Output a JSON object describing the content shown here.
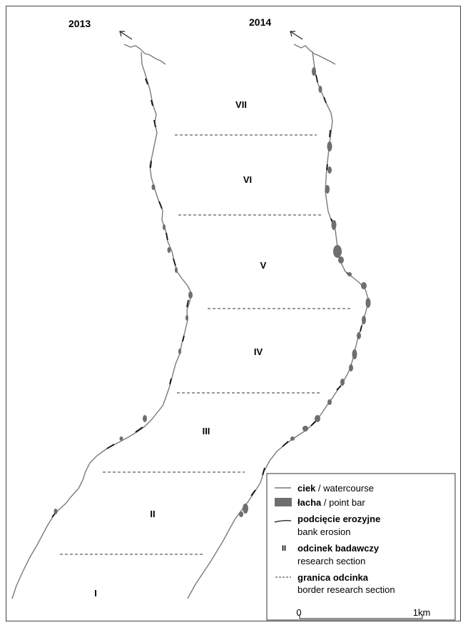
{
  "years": {
    "left": "2013",
    "right": "2014"
  },
  "sections": [
    {
      "id": "VII",
      "label": "VII"
    },
    {
      "id": "VI",
      "label": "VI"
    },
    {
      "id": "V",
      "label": "V"
    },
    {
      "id": "IV",
      "label": "IV"
    },
    {
      "id": "III",
      "label": "III"
    },
    {
      "id": "II",
      "label": "II"
    },
    {
      "id": "I",
      "label": "I"
    }
  ],
  "legend": {
    "watercourse": {
      "bold": "ciek",
      "rest": " / watercourse"
    },
    "point_bar": {
      "bold": "łacha",
      "rest": " / point bar"
    },
    "bank_erosion": {
      "bold": "podcięcie erozyjne",
      "sub": "bank erosion"
    },
    "research_section": {
      "symbol": "II",
      "bold": "odcinek badawczy",
      "sub": "research section"
    },
    "border": {
      "bold": "granica odcinka",
      "sub": "border research section"
    }
  },
  "scale": {
    "start": "0",
    "end": "1km"
  },
  "colors": {
    "river": "#777777",
    "point_bar": "#6e6e6e",
    "erosion": "#111111",
    "border": "#333333"
  },
  "icons": {
    "north": "arrow-north-icon"
  }
}
